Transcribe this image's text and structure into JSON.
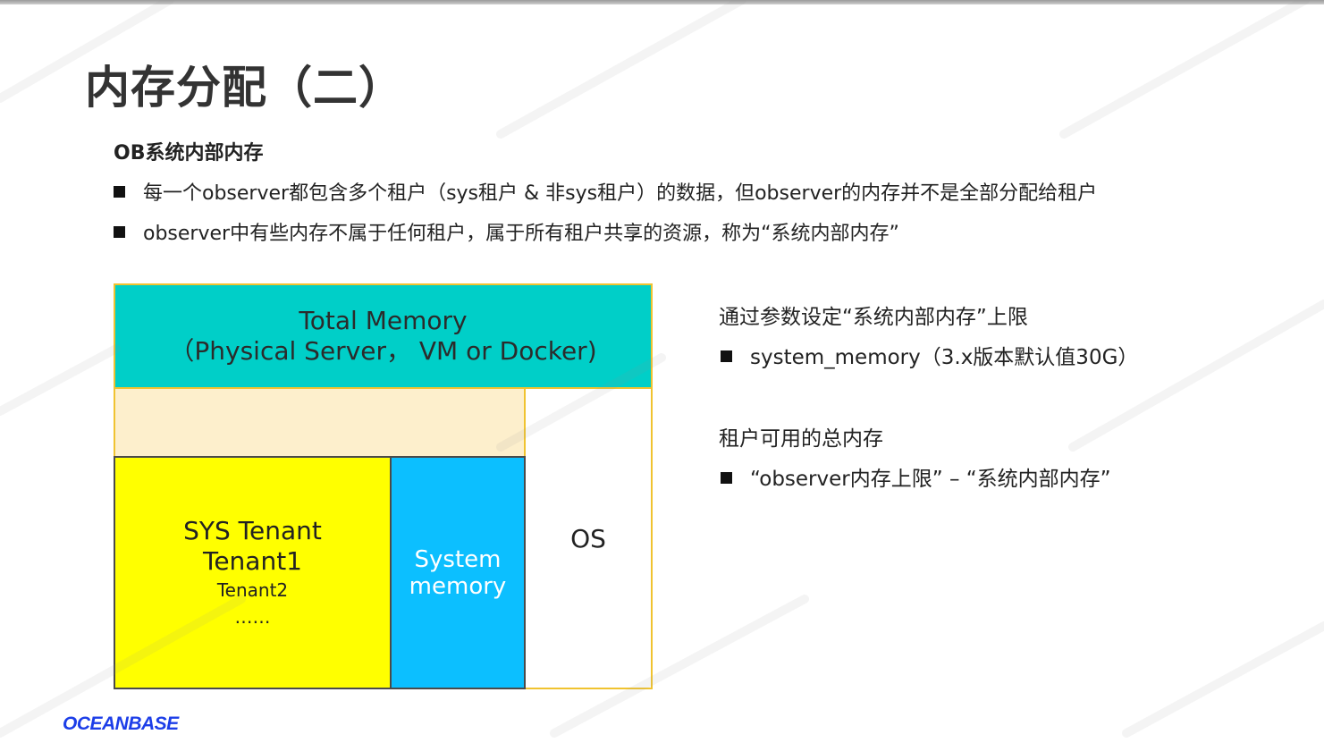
{
  "slide": {
    "title": "内存分配（二）",
    "subtitle": "OB系统内部内存",
    "bullets": [
      "每一个observer都包含多个租户（sys租户 & 非sys租户）的数据，但observer的内存并不是全部分配给租户",
      "observer中有些内存不属于任何租户，属于所有租户共享的资源，称为“系统内部内存”"
    ]
  },
  "diagram": {
    "total_line1": "Total Memory",
    "total_line2": "（Physical Server， VM or Docker)",
    "os_label": "OS",
    "tenant_lines": [
      "SYS Tenant",
      "Tenant1",
      "Tenant2",
      "……"
    ],
    "sysmem_lines": [
      "System",
      "memory"
    ]
  },
  "right": {
    "heading1": "通过参数设定“系统内部内存”上限",
    "bullet1": "system_memory（3.x版本默认值30G）",
    "heading2": "租户可用的总内存",
    "bullet2": "“observer内存上限” – “系统内部内存”"
  },
  "footer": {
    "logo": "OCEANBASE"
  },
  "colors": {
    "total": "#00cfc8",
    "reserved": "#fdefcc",
    "tenant": "#ffff00",
    "system_memory": "#0cbfff",
    "border": "#f0c330",
    "logo": "#1c3ee8"
  }
}
